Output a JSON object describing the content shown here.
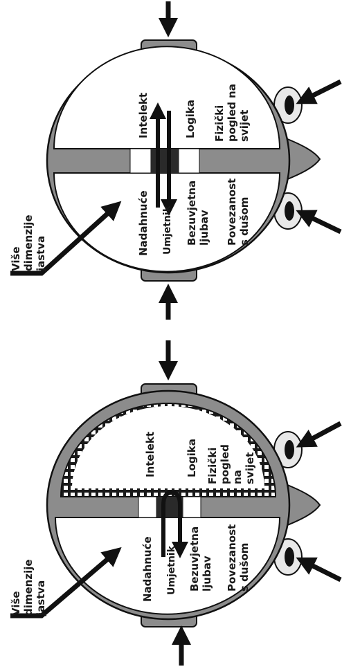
{
  "diagram": {
    "panels": [
      {
        "id": "top",
        "left_hemisphere": [
          "Intelekt",
          "Logika",
          "Fizički",
          "pogled na",
          "svijet"
        ],
        "right_hemisphere": [
          "Nadahnuće",
          "Umjetnik",
          "Bezuvjetna",
          "ljubav",
          "Povezanost",
          "s dušom"
        ],
        "callout": [
          "Više",
          "dimenzije",
          "jastva"
        ],
        "colors": {
          "shell": "#8c8c8c",
          "hemisphere": "#ffffff",
          "outline": "#111111"
        }
      },
      {
        "id": "bottom",
        "left_hemisphere": [
          "Intelekt",
          "Logika",
          "Fizički",
          "pogled",
          "na",
          "svijet"
        ],
        "right_hemisphere": [
          "Nadahnuće",
          "Umjetnik",
          "Bezuvjetna",
          "ljubav",
          "Povezanost",
          "s dušom"
        ],
        "callout": [
          "Više",
          "dimenzije",
          "jastva"
        ],
        "colors": {
          "shell": "#8c8c8c",
          "hemisphere": "#ffffff",
          "outline": "#111111",
          "wall": "#1a1a1a"
        }
      }
    ]
  }
}
